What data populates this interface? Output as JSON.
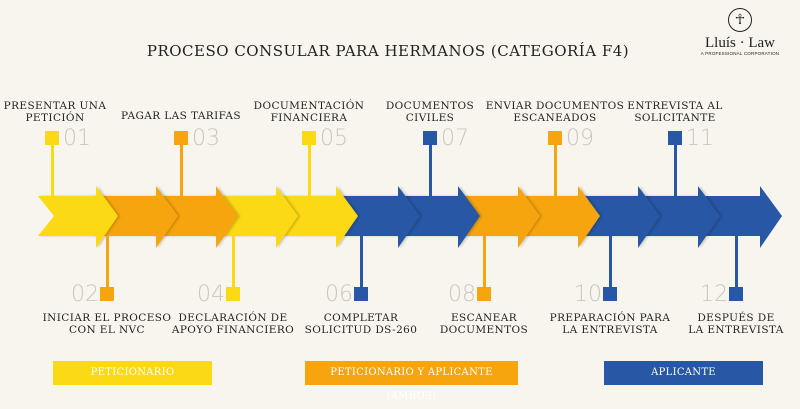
{
  "title": "PROCESO CONSULAR PARA HERMANOS (CATEGORÍA F4)",
  "logo": {
    "icon": "dancer-emblem-icon",
    "name": "Lluís · Law",
    "subtitle": "A PROFESSIONAL CORPORATION"
  },
  "colors": {
    "peticionario": "#fbd915",
    "ambos": "#f6a50f",
    "aplicante": "#2757a5",
    "background": "#f8f5ee"
  },
  "legend": [
    {
      "role": "peticionario",
      "label": "PETICIONARIO"
    },
    {
      "role": "ambos",
      "label": "PETICIONARIO Y APLICANTE (AMBOS)"
    },
    {
      "role": "aplicante",
      "label": "APLICANTE"
    }
  ],
  "steps": [
    {
      "number": "01",
      "role": "peticionario",
      "label": [
        "PRESENTAR UNA",
        "PETICIÓN"
      ]
    },
    {
      "number": "02",
      "role": "ambos",
      "label": [
        "INICIAR EL PROCESO",
        "CON EL NVC"
      ]
    },
    {
      "number": "03",
      "role": "ambos",
      "label": [
        "PAGAR LAS TARIFAS",
        ""
      ]
    },
    {
      "number": "04",
      "role": "peticionario",
      "label": [
        "DECLARACIÓN DE",
        "APOYO FINANCIERO"
      ]
    },
    {
      "number": "05",
      "role": "peticionario",
      "label": [
        "DOCUMENTACIÓN",
        "FINANCIERA"
      ]
    },
    {
      "number": "06",
      "role": "aplicante",
      "label": [
        "COMPLETAR",
        "SOLICITUD DS-260"
      ]
    },
    {
      "number": "07",
      "role": "aplicante",
      "label": [
        "DOCUMENTOS",
        "CIVILES"
      ]
    },
    {
      "number": "08",
      "role": "ambos",
      "label": [
        "ESCANEAR",
        "DOCUMENTOS"
      ]
    },
    {
      "number": "09",
      "role": "ambos",
      "label": [
        "ENVIAR DOCUMENTOS",
        "ESCANEADOS"
      ]
    },
    {
      "number": "10",
      "role": "aplicante",
      "label": [
        "PREPARACIÓN PARA",
        "LA ENTREVISTA"
      ]
    },
    {
      "number": "11",
      "role": "aplicante",
      "label": [
        "ENTREVISTA AL",
        "SOLICITANTE"
      ]
    },
    {
      "number": "12",
      "role": "aplicante",
      "label": [
        "DESPUÉS DE",
        "LA ENTREVISTA"
      ]
    }
  ]
}
